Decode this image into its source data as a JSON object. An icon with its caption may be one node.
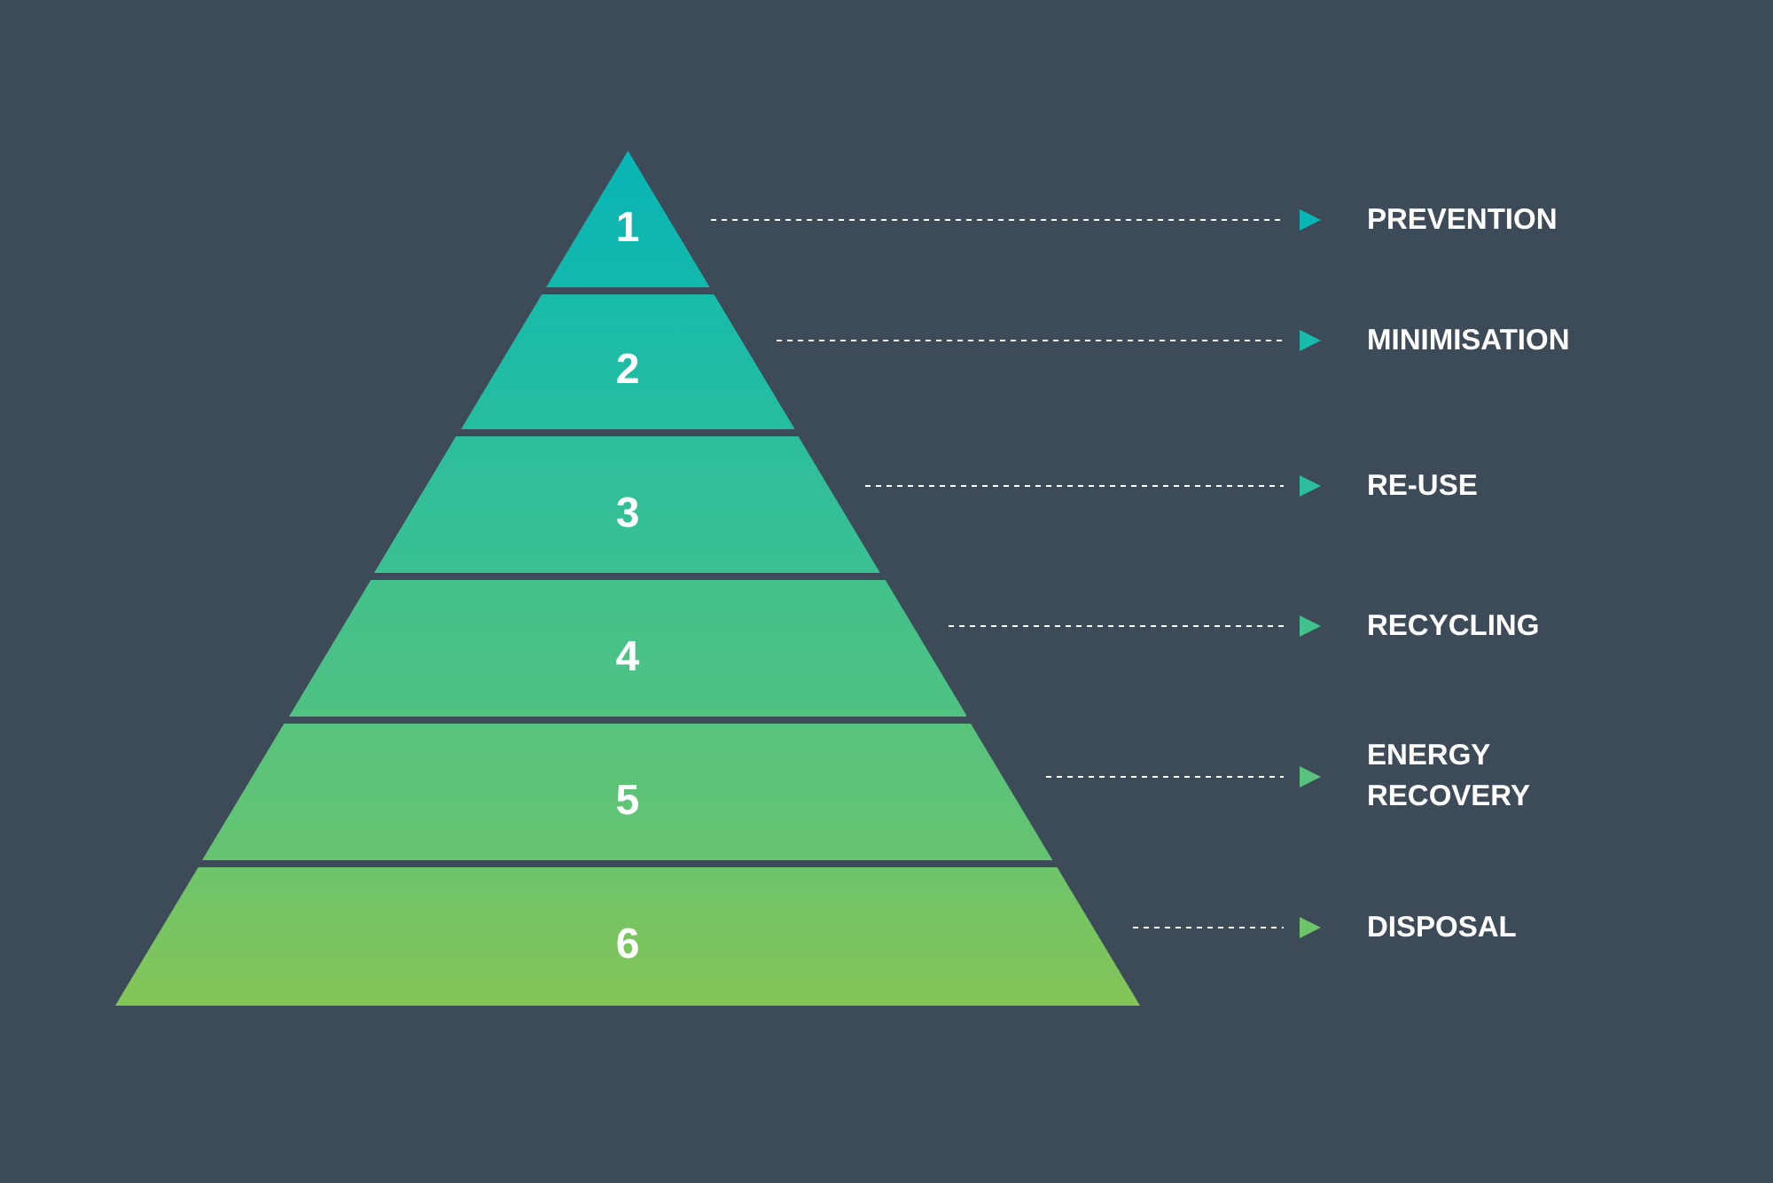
{
  "diagram": {
    "nodes": [
      {
        "text": [
          "1"
        ]
      },
      {
        "text": [
          "2"
        ]
      },
      {
        "text": [
          "3"
        ]
      },
      {
        "text": [
          "4"
        ]
      },
      {
        "text": [
          "5"
        ]
      },
      {
        "text": [
          "6"
        ]
      },
      {
        "text": [
          "PREVENTION"
        ]
      },
      {
        "text": [
          "MINIMISATION"
        ]
      },
      {
        "text": [
          "RE-USE"
        ]
      },
      {
        "text": [
          "RECYCLING"
        ]
      },
      {
        "text": [
          "ENERGY RECOVERY"
        ]
      },
      {
        "text": [
          "DISPOSAL"
        ]
      }
    ],
    "edges": [
      {
        "from": 0,
        "to": 6,
        "arrow": "to",
        "style": "dashed"
      },
      {
        "from": 1,
        "to": 7,
        "arrow": "to",
        "style": "dashed"
      },
      {
        "from": 2,
        "to": 8,
        "arrow": "to",
        "style": "dashed"
      },
      {
        "from": 3,
        "to": 9,
        "arrow": "to",
        "style": "dashed"
      },
      {
        "from": 4,
        "to": 10,
        "arrow": "to",
        "style": "dashed"
      },
      {
        "from": 5,
        "to": 11,
        "arrow": "to",
        "style": "dashed"
      }
    ]
  }
}
